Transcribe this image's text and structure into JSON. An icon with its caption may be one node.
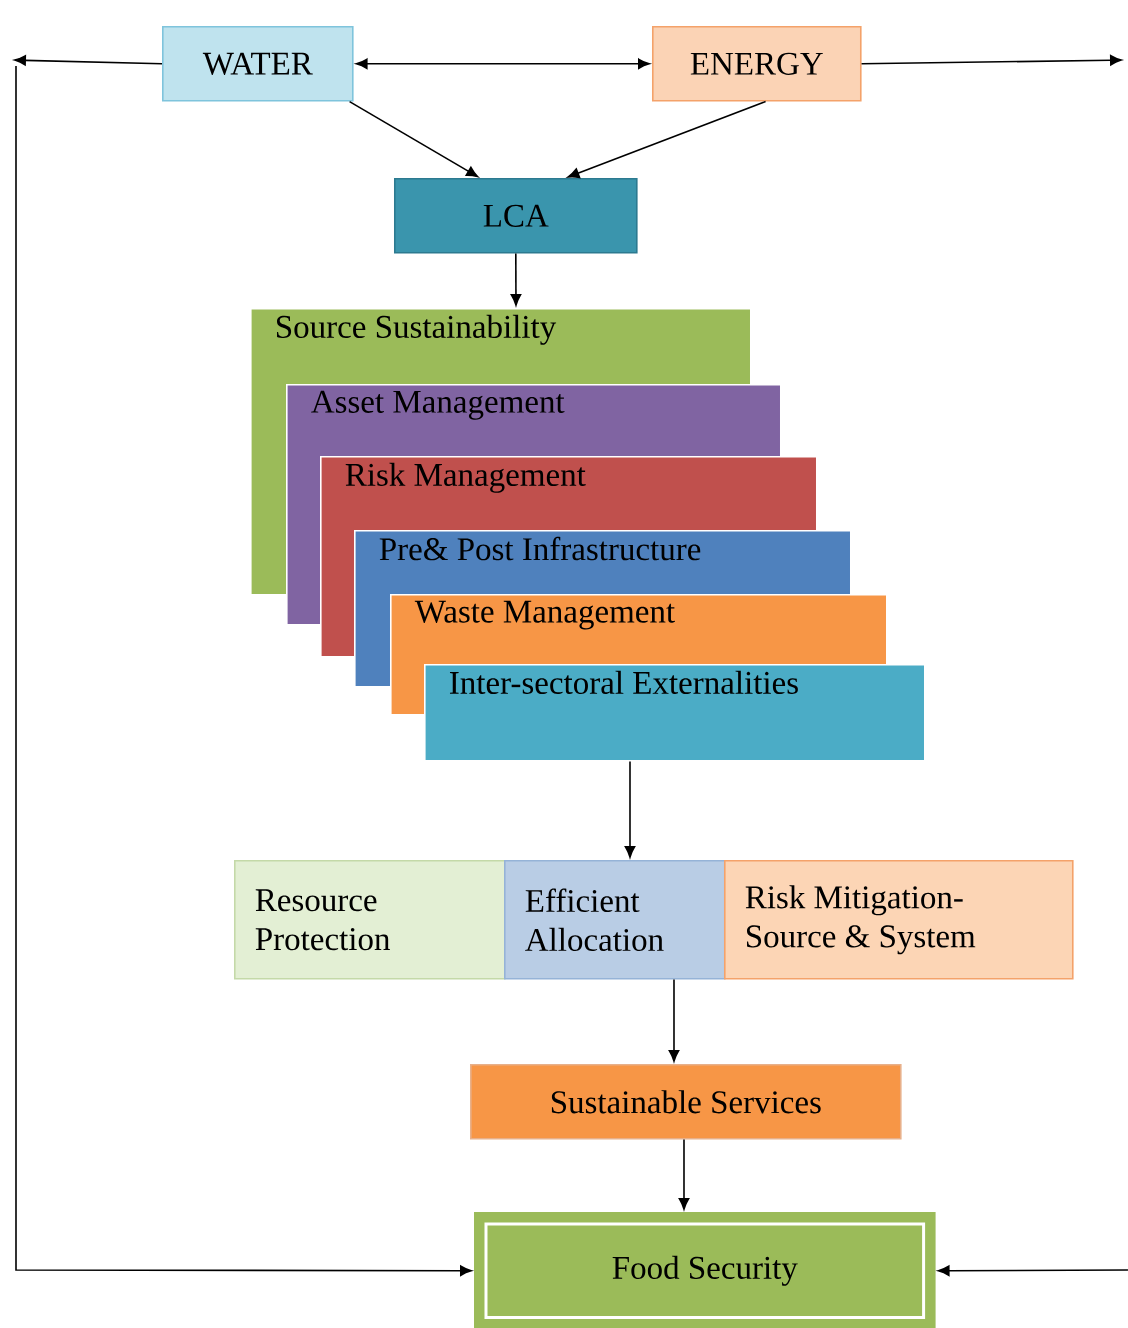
{
  "diagram": {
    "nodes": [
      {
        "text": [
          "WATER"
        ]
      },
      {
        "text": [
          "ENERGY"
        ]
      },
      {
        "text": [
          "LCA"
        ]
      },
      {
        "text": [
          "Source Sustainability"
        ]
      },
      {
        "text": [
          "Asset Management"
        ]
      },
      {
        "text": [
          "Risk Management"
        ]
      },
      {
        "text": [
          "Pre& Post Infrastructure"
        ]
      },
      {
        "text": [
          "Waste Management"
        ]
      },
      {
        "text": [
          "Inter-sectoral Externalities"
        ]
      },
      {
        "text": [
          "Resource Protection"
        ]
      },
      {
        "text": [
          "Efficient Allocation"
        ]
      },
      {
        "text": [
          "Risk Mitigation- Source & System"
        ]
      },
      {
        "text": [
          "Sustainable Services"
        ]
      },
      {
        "text": [
          "Food Security"
        ]
      }
    ],
    "edges": [
      {
        "from": 0,
        "to": 1,
        "arrow": "both"
      },
      {
        "from": 0,
        "to": 2,
        "arrow": "to"
      },
      {
        "from": 1,
        "to": 2,
        "arrow": "to"
      },
      {
        "from": 0,
        "to": null,
        "arrow": "to"
      },
      {
        "from": 1,
        "to": null,
        "arrow": "to"
      },
      {
        "from": 2,
        "to": 3,
        "arrow": "to"
      },
      {
        "from": 8,
        "to": 10,
        "arrow": "to"
      },
      {
        "from": 10,
        "to": 12,
        "arrow": "to"
      },
      {
        "from": 12,
        "to": 13,
        "arrow": "to"
      },
      {
        "from": null,
        "to": 13,
        "arrow": "to"
      },
      {
        "from": null,
        "to": 13,
        "arrow": "to"
      }
    ]
  }
}
